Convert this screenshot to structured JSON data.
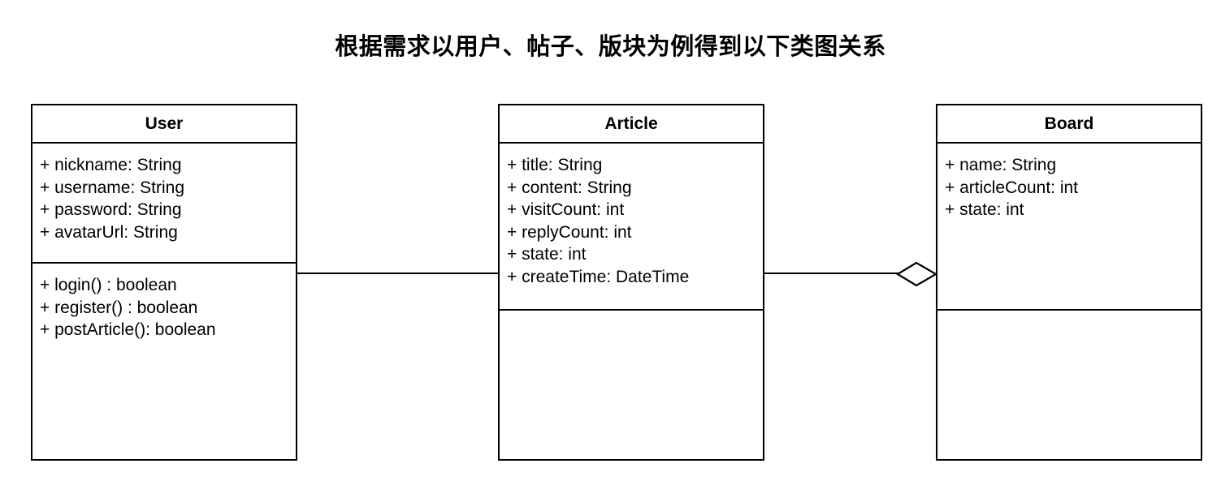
{
  "diagram": {
    "title": "根据需求以用户、帖子、版块为例得到以下类图关系",
    "background_color": "#ffffff",
    "line_color": "#000000",
    "classes": [
      {
        "name": "User",
        "attributes": [
          "+ nickname: String",
          "+ username: String",
          "+ password: String",
          "+ avatarUrl: String"
        ],
        "operations": [
          "+ login() : boolean",
          "+ register() : boolean",
          "+ postArticle(): boolean"
        ]
      },
      {
        "name": "Article",
        "attributes": [
          "+ title: String",
          "+ content: String",
          "+ visitCount: int",
          "+ replyCount: int",
          "+ state: int",
          "+ createTime: DateTime"
        ],
        "operations": []
      },
      {
        "name": "Board",
        "attributes": [
          "+ name: String",
          "+ articleCount: int",
          "+ state: int"
        ],
        "operations": []
      }
    ],
    "relationships": [
      {
        "from": "User",
        "to": "Article",
        "type": "association",
        "end_marker": "none"
      },
      {
        "from": "Article",
        "to": "Board",
        "type": "aggregation",
        "end_marker": "hollow-diamond"
      }
    ]
  }
}
